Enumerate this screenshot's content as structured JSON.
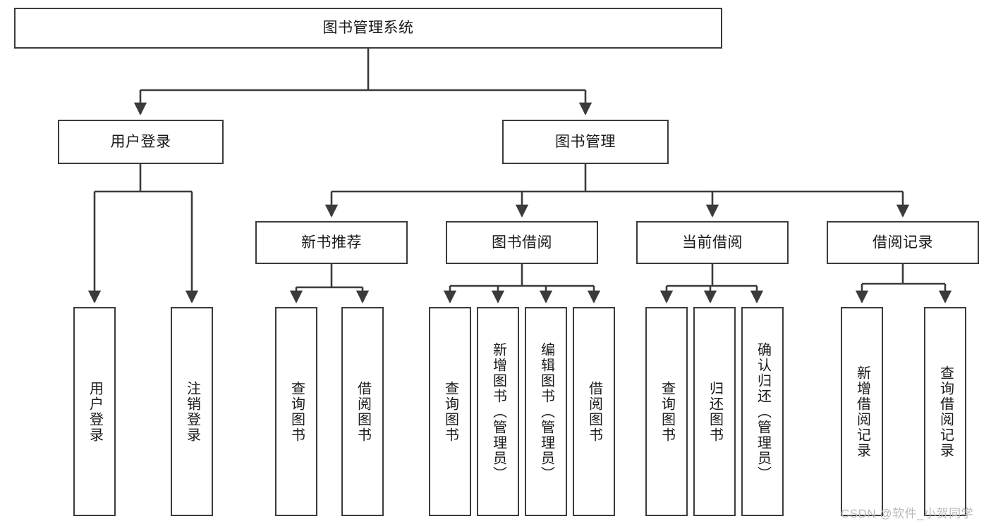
{
  "diagram": {
    "title": "图书管理系统",
    "watermark": "CSDN @软件_小贺同学",
    "colors": {
      "box_border": "#3b3b3b",
      "line": "#3b3b3b",
      "text": "#1a1a1a",
      "background": "#ffffff",
      "watermark": "#b9b9b9"
    },
    "levels": {
      "root": "图书管理系统",
      "level2": [
        "用户登录",
        "图书管理"
      ],
      "level3": [
        "新书推荐",
        "图书借阅",
        "当前借阅",
        "借阅记录"
      ],
      "level4": [
        "用户登录",
        "注销登录",
        "查询图书",
        "借阅图书",
        "查询图书",
        "新增图书（管理员）",
        "编辑图书（管理员）",
        "借阅图书",
        "查询图书",
        "归还图书",
        "确认归还（管理员）",
        "新增借阅记录",
        "查询借阅记录"
      ]
    },
    "nodes": {
      "root": {
        "label": "图书管理系统"
      },
      "user_login": {
        "label": "用户登录"
      },
      "book_manage": {
        "label": "图书管理"
      },
      "new_book_rec": {
        "label": "新书推荐"
      },
      "book_borrow": {
        "label": "图书借阅"
      },
      "current_borrow": {
        "label": "当前借阅"
      },
      "borrow_record": {
        "label": "借阅记录"
      },
      "leaf_user_login": {
        "label": "用户登录"
      },
      "leaf_logout": {
        "label": "注销登录"
      },
      "leaf_query_book_1": {
        "label": "查询图书"
      },
      "leaf_borrow_book_1": {
        "label": "借阅图书"
      },
      "leaf_query_book_2": {
        "label": "查询图书"
      },
      "leaf_add_book": {
        "label": "新增图书（管理员）"
      },
      "leaf_edit_book": {
        "label": "编辑图书（管理员）"
      },
      "leaf_borrow_book_2": {
        "label": "借阅图书"
      },
      "leaf_query_book_3": {
        "label": "查询图书"
      },
      "leaf_return_book": {
        "label": "归还图书"
      },
      "leaf_confirm_return": {
        "label": "确认归还（管理员）"
      },
      "leaf_add_record": {
        "label": "新增借阅记录"
      },
      "leaf_query_record": {
        "label": "查询借阅记录"
      }
    }
  }
}
